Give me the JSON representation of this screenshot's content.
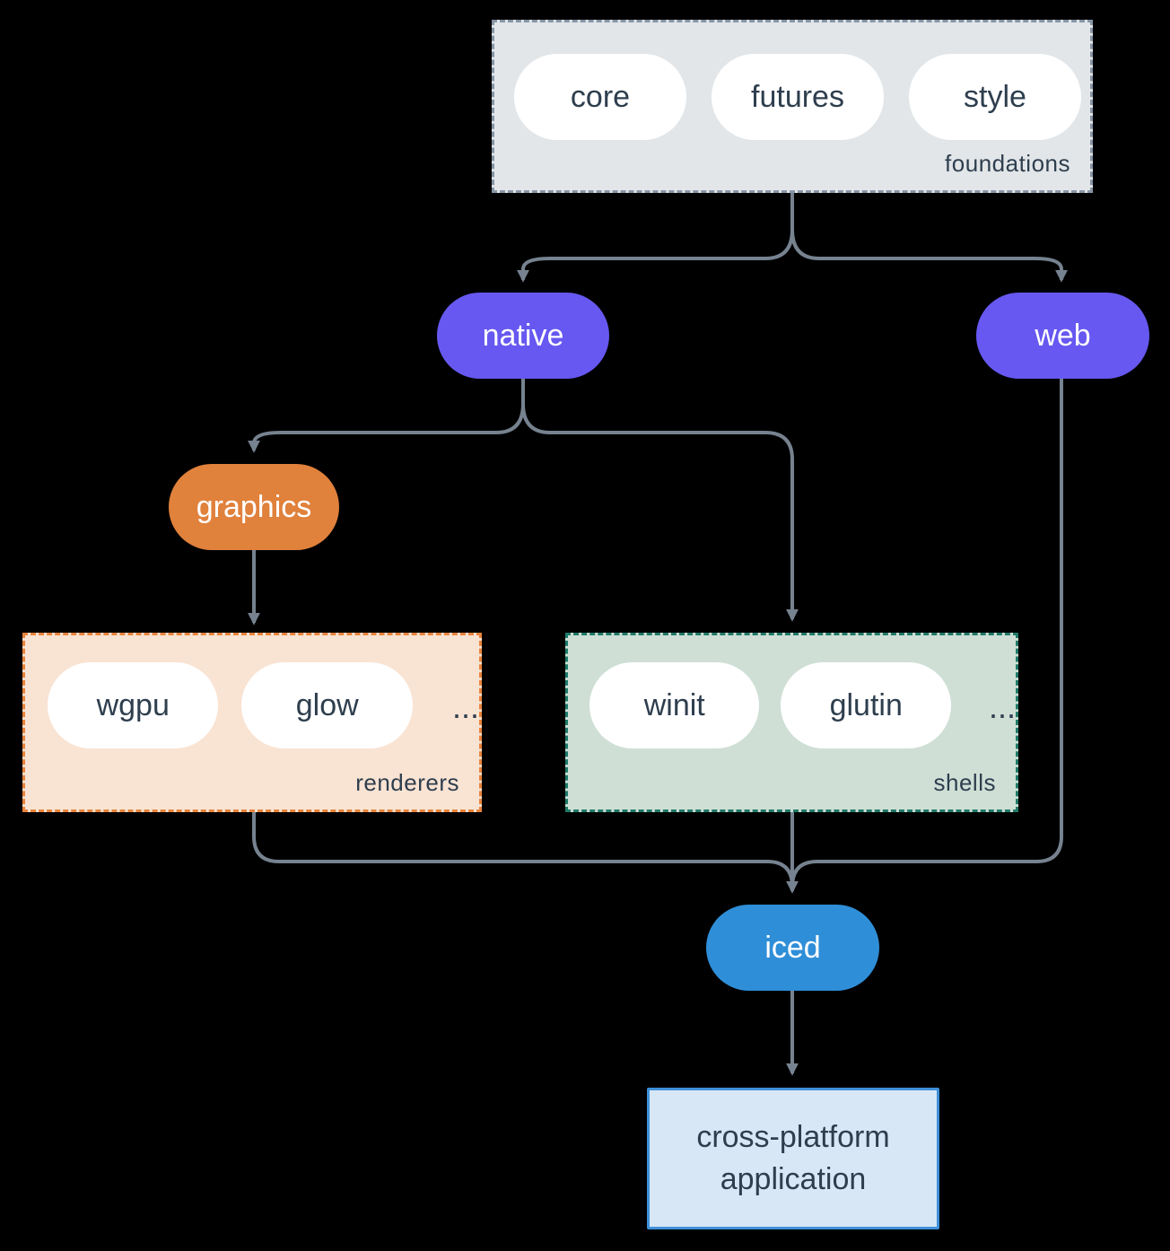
{
  "colors": {
    "background": "#000000",
    "connector_line": "#76828f",
    "node_purple": "#6658f0",
    "node_orange": "#e0813c",
    "node_blue": "#2f8ed8",
    "pill_white": "#ffffff",
    "text_dark": "#2e3e4e",
    "text_light": "#ffffff",
    "foundations_fill": "#e2e6e9",
    "foundations_border": "#8795a5",
    "renderers_fill": "#f9e3d3",
    "renderers_border": "#e8843c",
    "shells_fill": "#cfdfd6",
    "shells_border": "#1f7a68",
    "app_fill": "#d7e7f6",
    "app_border": "#3e90da"
  },
  "groups": {
    "foundations": {
      "label": "foundations",
      "items": [
        "core",
        "futures",
        "style"
      ]
    },
    "renderers": {
      "label": "renderers",
      "items": [
        "wgpu",
        "glow"
      ],
      "more": "..."
    },
    "shells": {
      "label": "shells",
      "items": [
        "winit",
        "glutin"
      ],
      "more": "..."
    }
  },
  "nodes": {
    "native": "native",
    "web": "web",
    "graphics": "graphics",
    "iced": "iced",
    "application": "cross-platform application"
  }
}
